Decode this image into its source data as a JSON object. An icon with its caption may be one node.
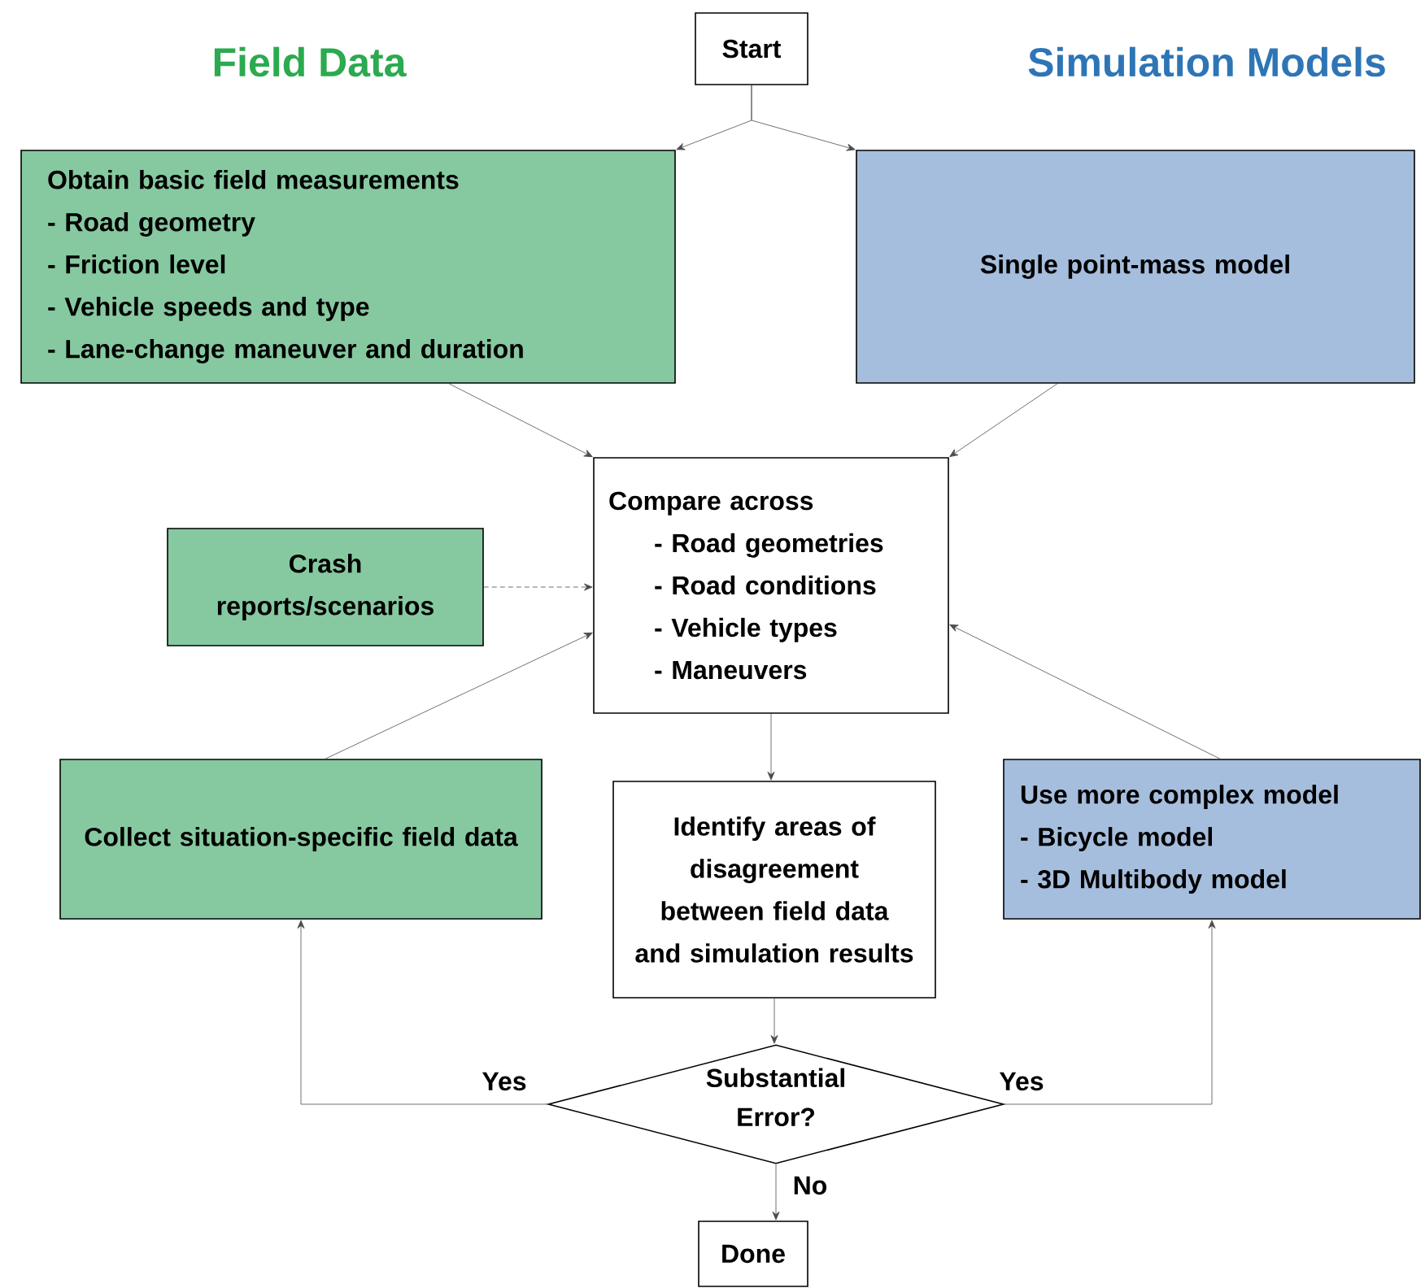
{
  "diagram": {
    "nodes": [
      {
        "text": [
          "Start"
        ]
      },
      {
        "text": [
          "Obtain basic field measurements",
          "- Road geometry",
          "- Friction level",
          "- Vehicle speeds and type",
          "- Lane-change maneuver and duration"
        ]
      },
      {
        "text": [
          "Single point-mass model"
        ]
      },
      {
        "text": [
          "Crash reports/scenarios"
        ]
      },
      {
        "text": [
          "Compare across",
          "- Road geometries",
          "- Road conditions",
          "- Vehicle types",
          "- Maneuvers"
        ]
      },
      {
        "text": [
          "Collect situation-specific field data"
        ]
      },
      {
        "text": [
          "Identify areas of disagreement between field data and simulation results"
        ]
      },
      {
        "text": [
          "Use more complex model",
          "- Bicycle model",
          "- 3D Multibody model"
        ]
      },
      {
        "text": [
          "Substantial Error?"
        ]
      },
      {
        "text": [
          "Done"
        ]
      }
    ],
    "edges": [
      {
        "from": 0,
        "to": 1,
        "arrow": "to"
      },
      {
        "from": 0,
        "to": 2,
        "arrow": "to"
      },
      {
        "from": 1,
        "to": 4,
        "arrow": "to"
      },
      {
        "from": 2,
        "to": 4,
        "arrow": "to"
      },
      {
        "from": 3,
        "to": 4,
        "arrow": "to",
        "style": "dashed"
      },
      {
        "from": 5,
        "to": 4,
        "arrow": "to"
      },
      {
        "from": 7,
        "to": 4,
        "arrow": "to"
      },
      {
        "from": 4,
        "to": 6,
        "arrow": "to"
      },
      {
        "from": 6,
        "to": 8,
        "arrow": "to"
      },
      {
        "from": 8,
        "to": 5,
        "arrow": "to",
        "label": "Yes"
      },
      {
        "from": 8,
        "to": 7,
        "arrow": "to",
        "label": "Yes"
      },
      {
        "from": 8,
        "to": 9,
        "arrow": "to",
        "label": "No"
      }
    ],
    "labels": [
      "Field Data",
      "Simulation Models"
    ]
  }
}
